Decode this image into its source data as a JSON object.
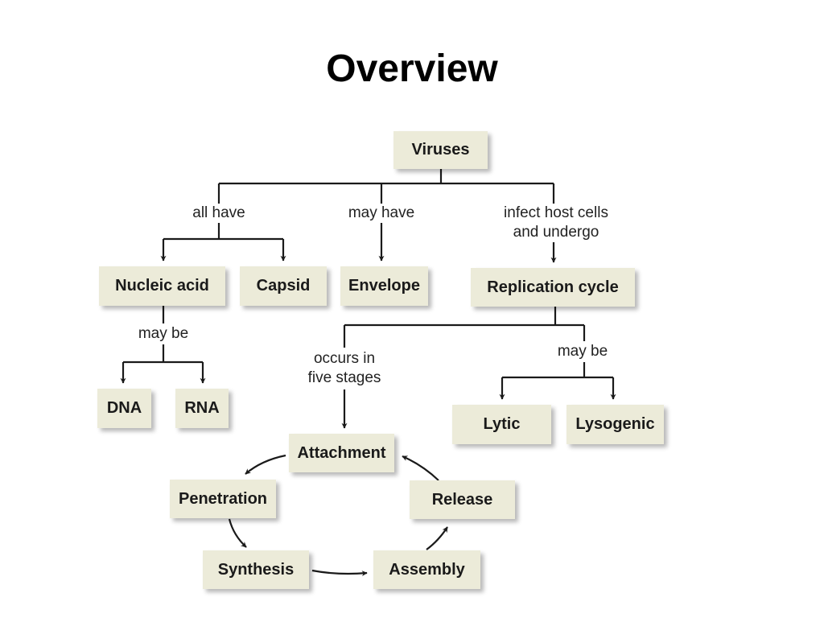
{
  "title": "Overview",
  "nodes": {
    "viruses": "Viruses",
    "nucleic_acid": "Nucleic acid",
    "capsid": "Capsid",
    "envelope": "Envelope",
    "replication_cycle": "Replication cycle",
    "dna": "DNA",
    "rna": "RNA",
    "lytic": "Lytic",
    "lysogenic": "Lysogenic",
    "attachment": "Attachment",
    "penetration": "Penetration",
    "synthesis": "Synthesis",
    "assembly": "Assembly",
    "release": "Release"
  },
  "links": {
    "all_have": "all have",
    "may_have": "may have",
    "infect_line1": "infect host cells",
    "infect_line2": "and undergo",
    "may_be_nucleic": "may be",
    "occurs_line1": "occurs in",
    "occurs_line2": "five stages",
    "may_be_replication": "may be"
  },
  "colors": {
    "box_fill": "#ecebd9",
    "line": "#1a1a1a"
  }
}
